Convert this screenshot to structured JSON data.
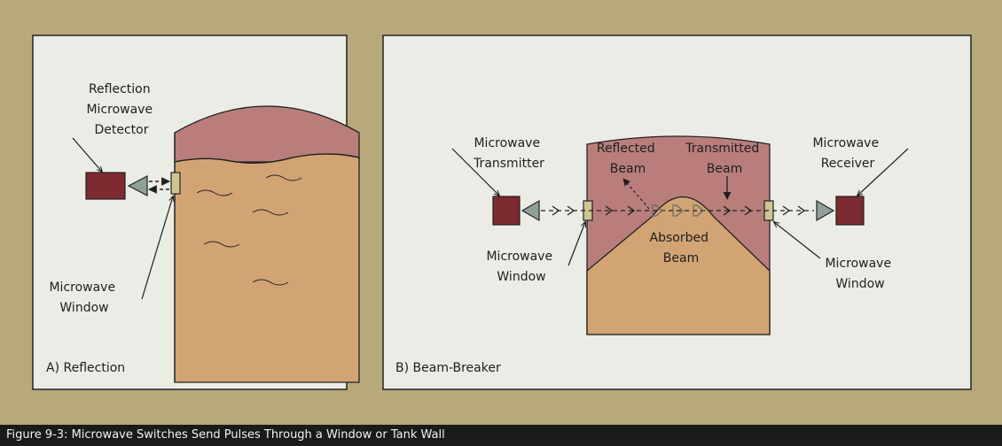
{
  "caption": "Figure 9-3: Microwave Switches Send Pulses Through a Window or Tank Wall",
  "colors": {
    "background": "#b8a97a",
    "panel": "#ebece6",
    "vapor": "#b97e7b",
    "liquid": "#d2a474",
    "device": "#7d2a30",
    "horn": "#8fa098",
    "window": "#cfc592",
    "caption_bar": "#1a1a1a"
  },
  "panel_a": {
    "title": "A) Reflection",
    "detector_label": [
      "Reflection",
      "Microwave",
      "Detector"
    ],
    "window_label": [
      "Microwave",
      "Window"
    ]
  },
  "panel_b": {
    "title": "B) Beam-Breaker",
    "transmitter_label": [
      "Microwave",
      "Transmitter"
    ],
    "receiver_label": [
      "Microwave",
      "Receiver"
    ],
    "reflected_label": [
      "Reflected",
      "Beam"
    ],
    "transmitted_label": [
      "Transmitted",
      "Beam"
    ],
    "absorbed_label": [
      "Absorbed",
      "Beam"
    ],
    "left_window_label": [
      "Microwave",
      "Window"
    ],
    "right_window_label": [
      "Microwave",
      "Window"
    ]
  }
}
